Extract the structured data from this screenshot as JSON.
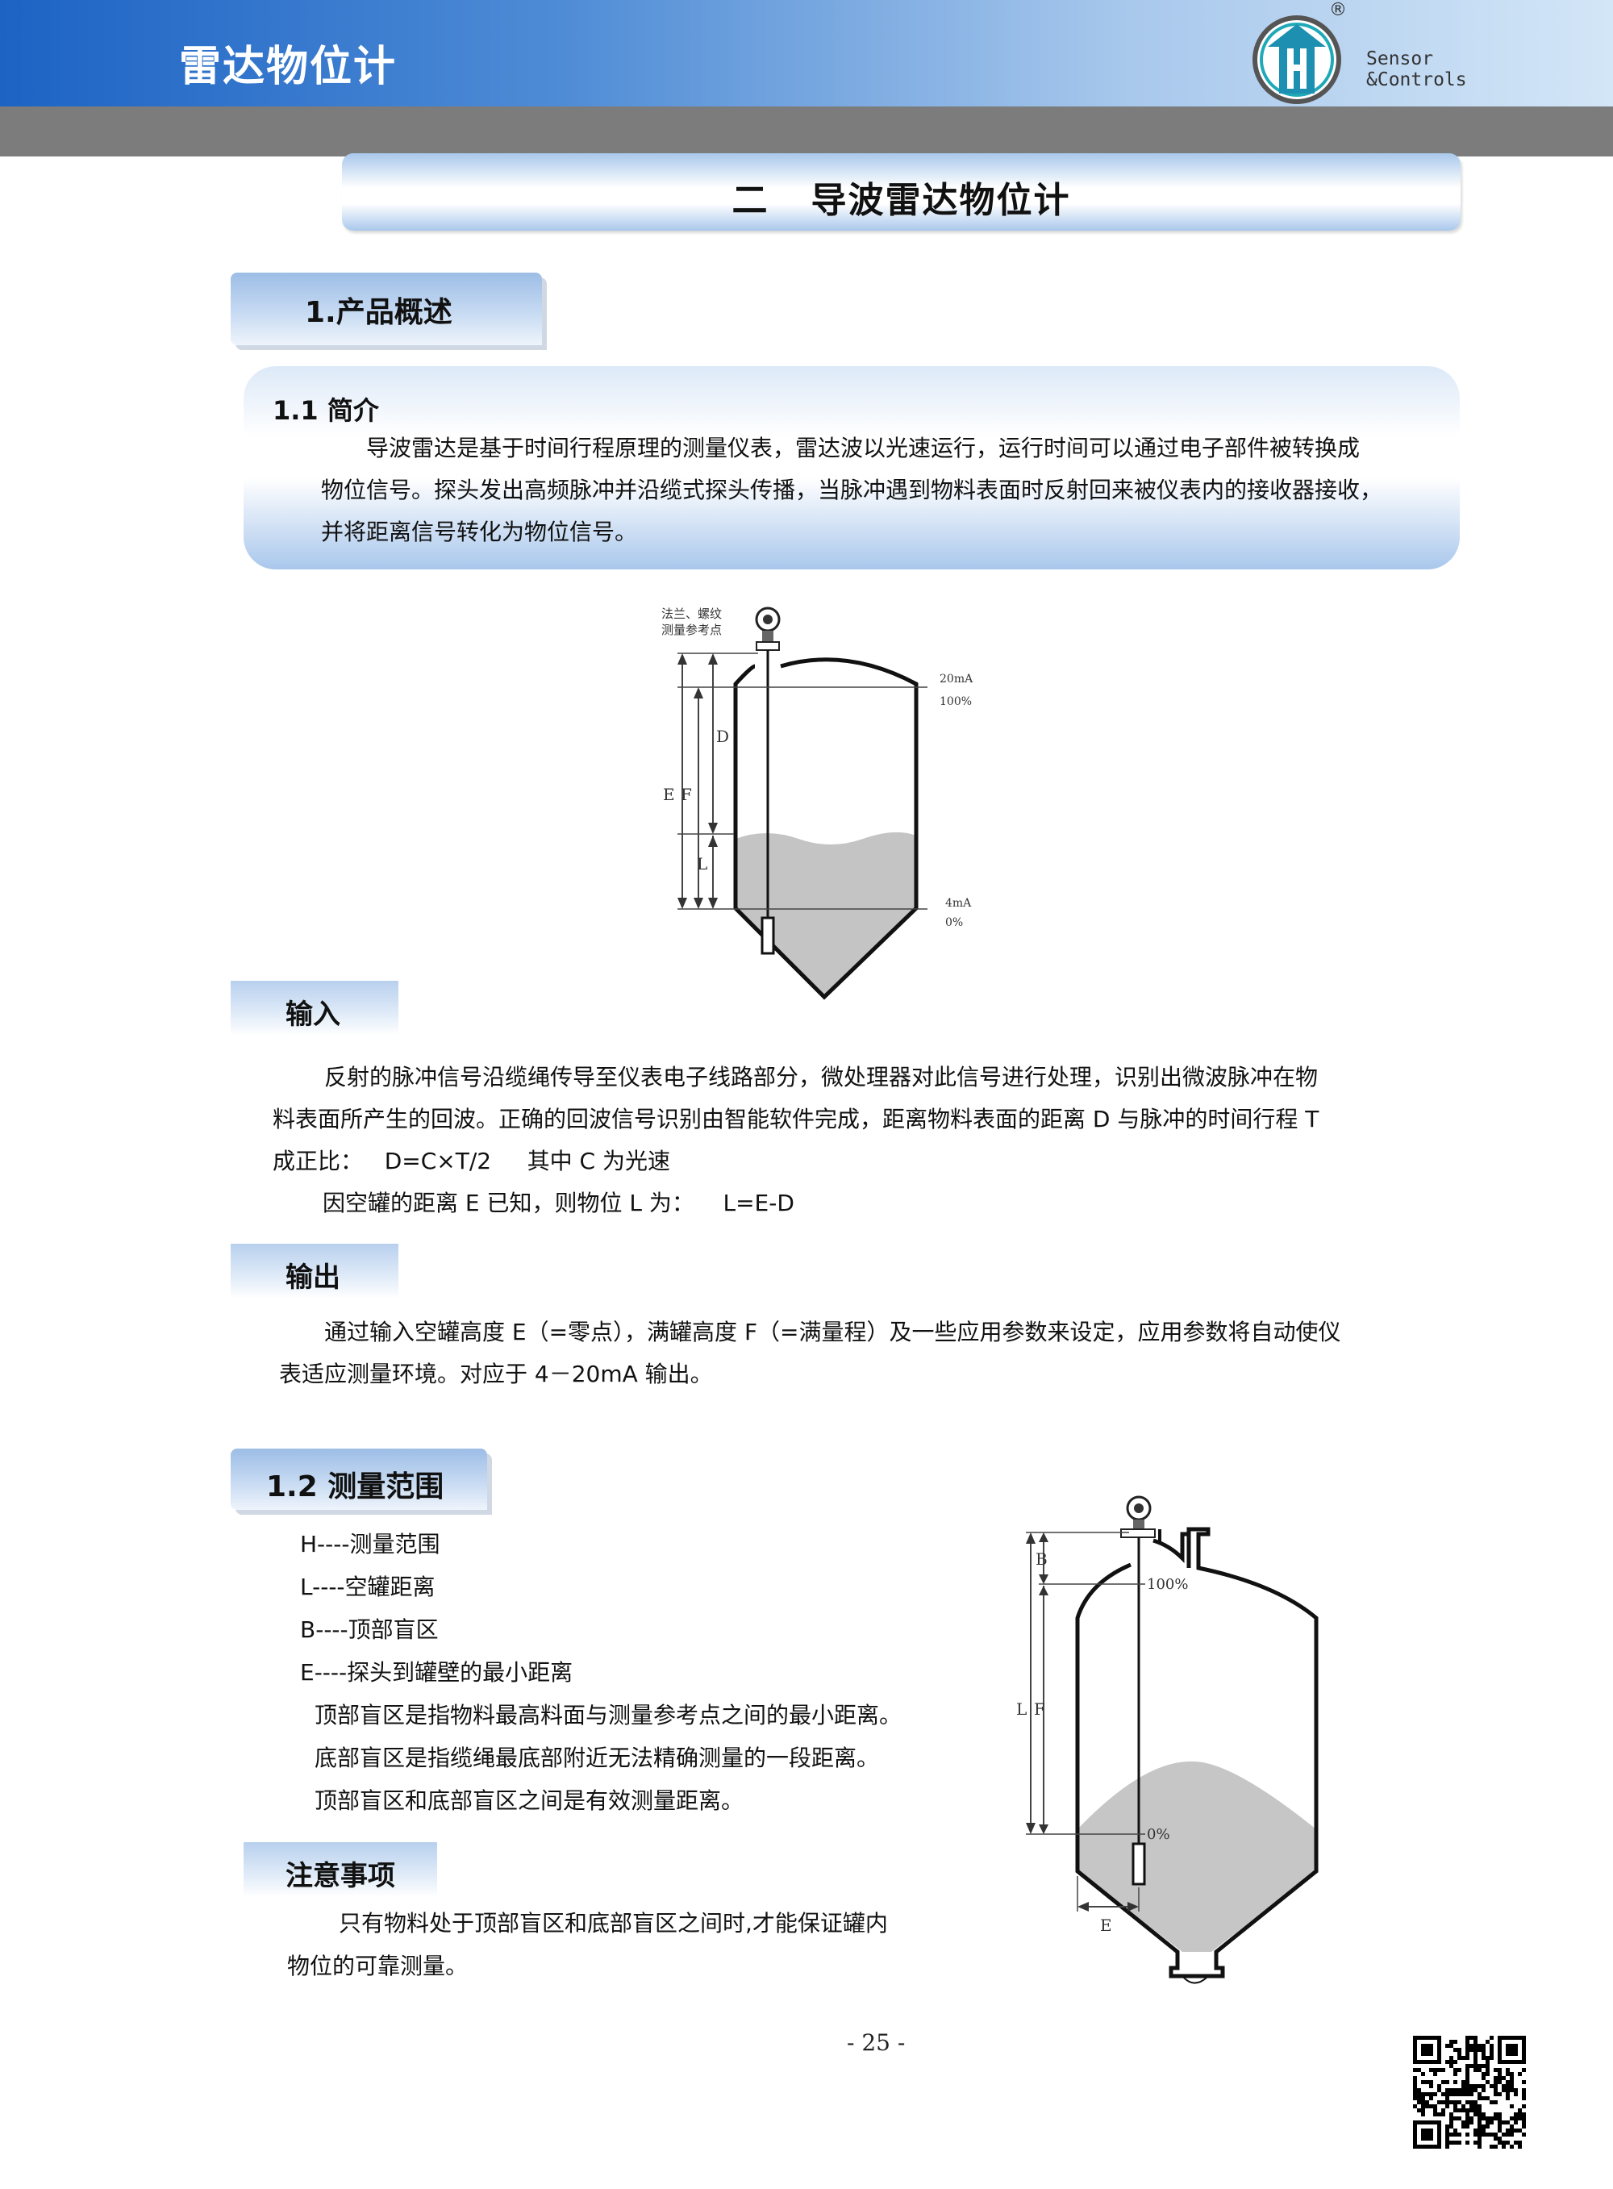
{
  "header": {
    "title": "雷达物位计",
    "logo_line1": "Sensor",
    "logo_line2": "&Controls",
    "registered_mark": "®"
  },
  "chapter_title": "二   导波雷达物位计",
  "section_overview": {
    "tab_label": "1.产品概述"
  },
  "intro": {
    "heading": "1.1 简介",
    "lines": [
      "导波雷达是基于时间行程原理的测量仪表，雷达波以光速运行，运行时间可以通过电子部件被转换成",
      "物位信号。探头发出高频脉冲并沿缆式探头传播，当脉冲遇到物料表面时反射回来被仪表内的接收器接收，",
      "并将距离信号转化为物位信号。"
    ]
  },
  "diagram1": {
    "label_ref_1": "法兰、螺纹",
    "label_ref_2": "测量参考点",
    "label_20ma": "20mA",
    "label_100": "100%",
    "label_4ma": "4mA",
    "label_0": "0%",
    "label_d": "D",
    "label_e": "E",
    "label_f": "F",
    "label_l": "L"
  },
  "input": {
    "tab_label": "输入",
    "lines": [
      "反射的脉冲信号沿缆绳传导至仪表电子线路部分，微处理器对此信号进行处理，识别出微波脉冲在物",
      "料表面所产生的回波。正确的回波信号识别由智能软件完成，距离物料表面的距离 D 与脉冲的时间行程 T",
      "成正比：   D=C×T/2     其中 C 为光速",
      "因空罐的距离 E 已知，则物位 L 为：    L=E-D"
    ]
  },
  "output": {
    "tab_label": "输出",
    "lines": [
      "通过输入空罐高度 E（=零点），满罐高度 F（=满量程）及一些应用参数来设定，应用参数将自动使仪",
      "表适应测量环境。对应于 4－20mA 输出。"
    ]
  },
  "range": {
    "tab_label": "1.2 测量范围",
    "items": [
      "H----测量范围",
      "L----空罐距离",
      "B----顶部盲区",
      "E----探头到罐壁的最小距离"
    ],
    "notes": [
      "顶部盲区是指物料最高料面与测量参考点之间的最小距离。",
      "底部盲区是指缆绳最底部附近无法精确测量的一段距离。",
      "顶部盲区和底部盲区之间是有效测量距离。"
    ]
  },
  "diagram2": {
    "label_b": "B",
    "label_l": "L",
    "label_f": "F",
    "label_e": "E",
    "label_100": "100%",
    "label_0": "0%"
  },
  "notice": {
    "tab_label": "注意事项",
    "lines": [
      "只有物料处于顶部盲区和底部盲区之间时,才能保证罐内",
      "物位的可靠测量。"
    ]
  },
  "page_number": "- 25 -",
  "colors": {
    "header_blue": "#1c63c4",
    "tab_blue": "#9dbde6",
    "band_gray": "#7c7c7c"
  }
}
